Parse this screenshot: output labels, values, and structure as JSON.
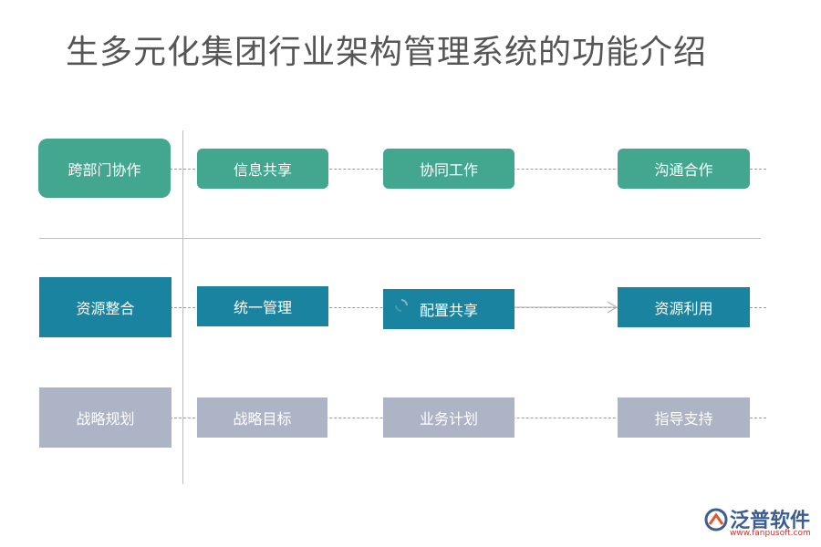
{
  "title": "生多元化集团行业架构管理系统的功能介绍",
  "rows": [
    {
      "category": "跨部门协作",
      "items": [
        "信息共享",
        "协同工作",
        "沟通合作"
      ],
      "color": "#43a68e"
    },
    {
      "category": "资源整合",
      "items": [
        "统一管理",
        "配置共享",
        "资源利用"
      ],
      "color": "#1a84a0"
    },
    {
      "category": "战略规划",
      "items": [
        "战略目标",
        "业务计划",
        "指导支持"
      ],
      "color": "#adb4c6"
    }
  ],
  "logo": {
    "name": "泛普软件",
    "url": "www.fanpusoft.com"
  }
}
